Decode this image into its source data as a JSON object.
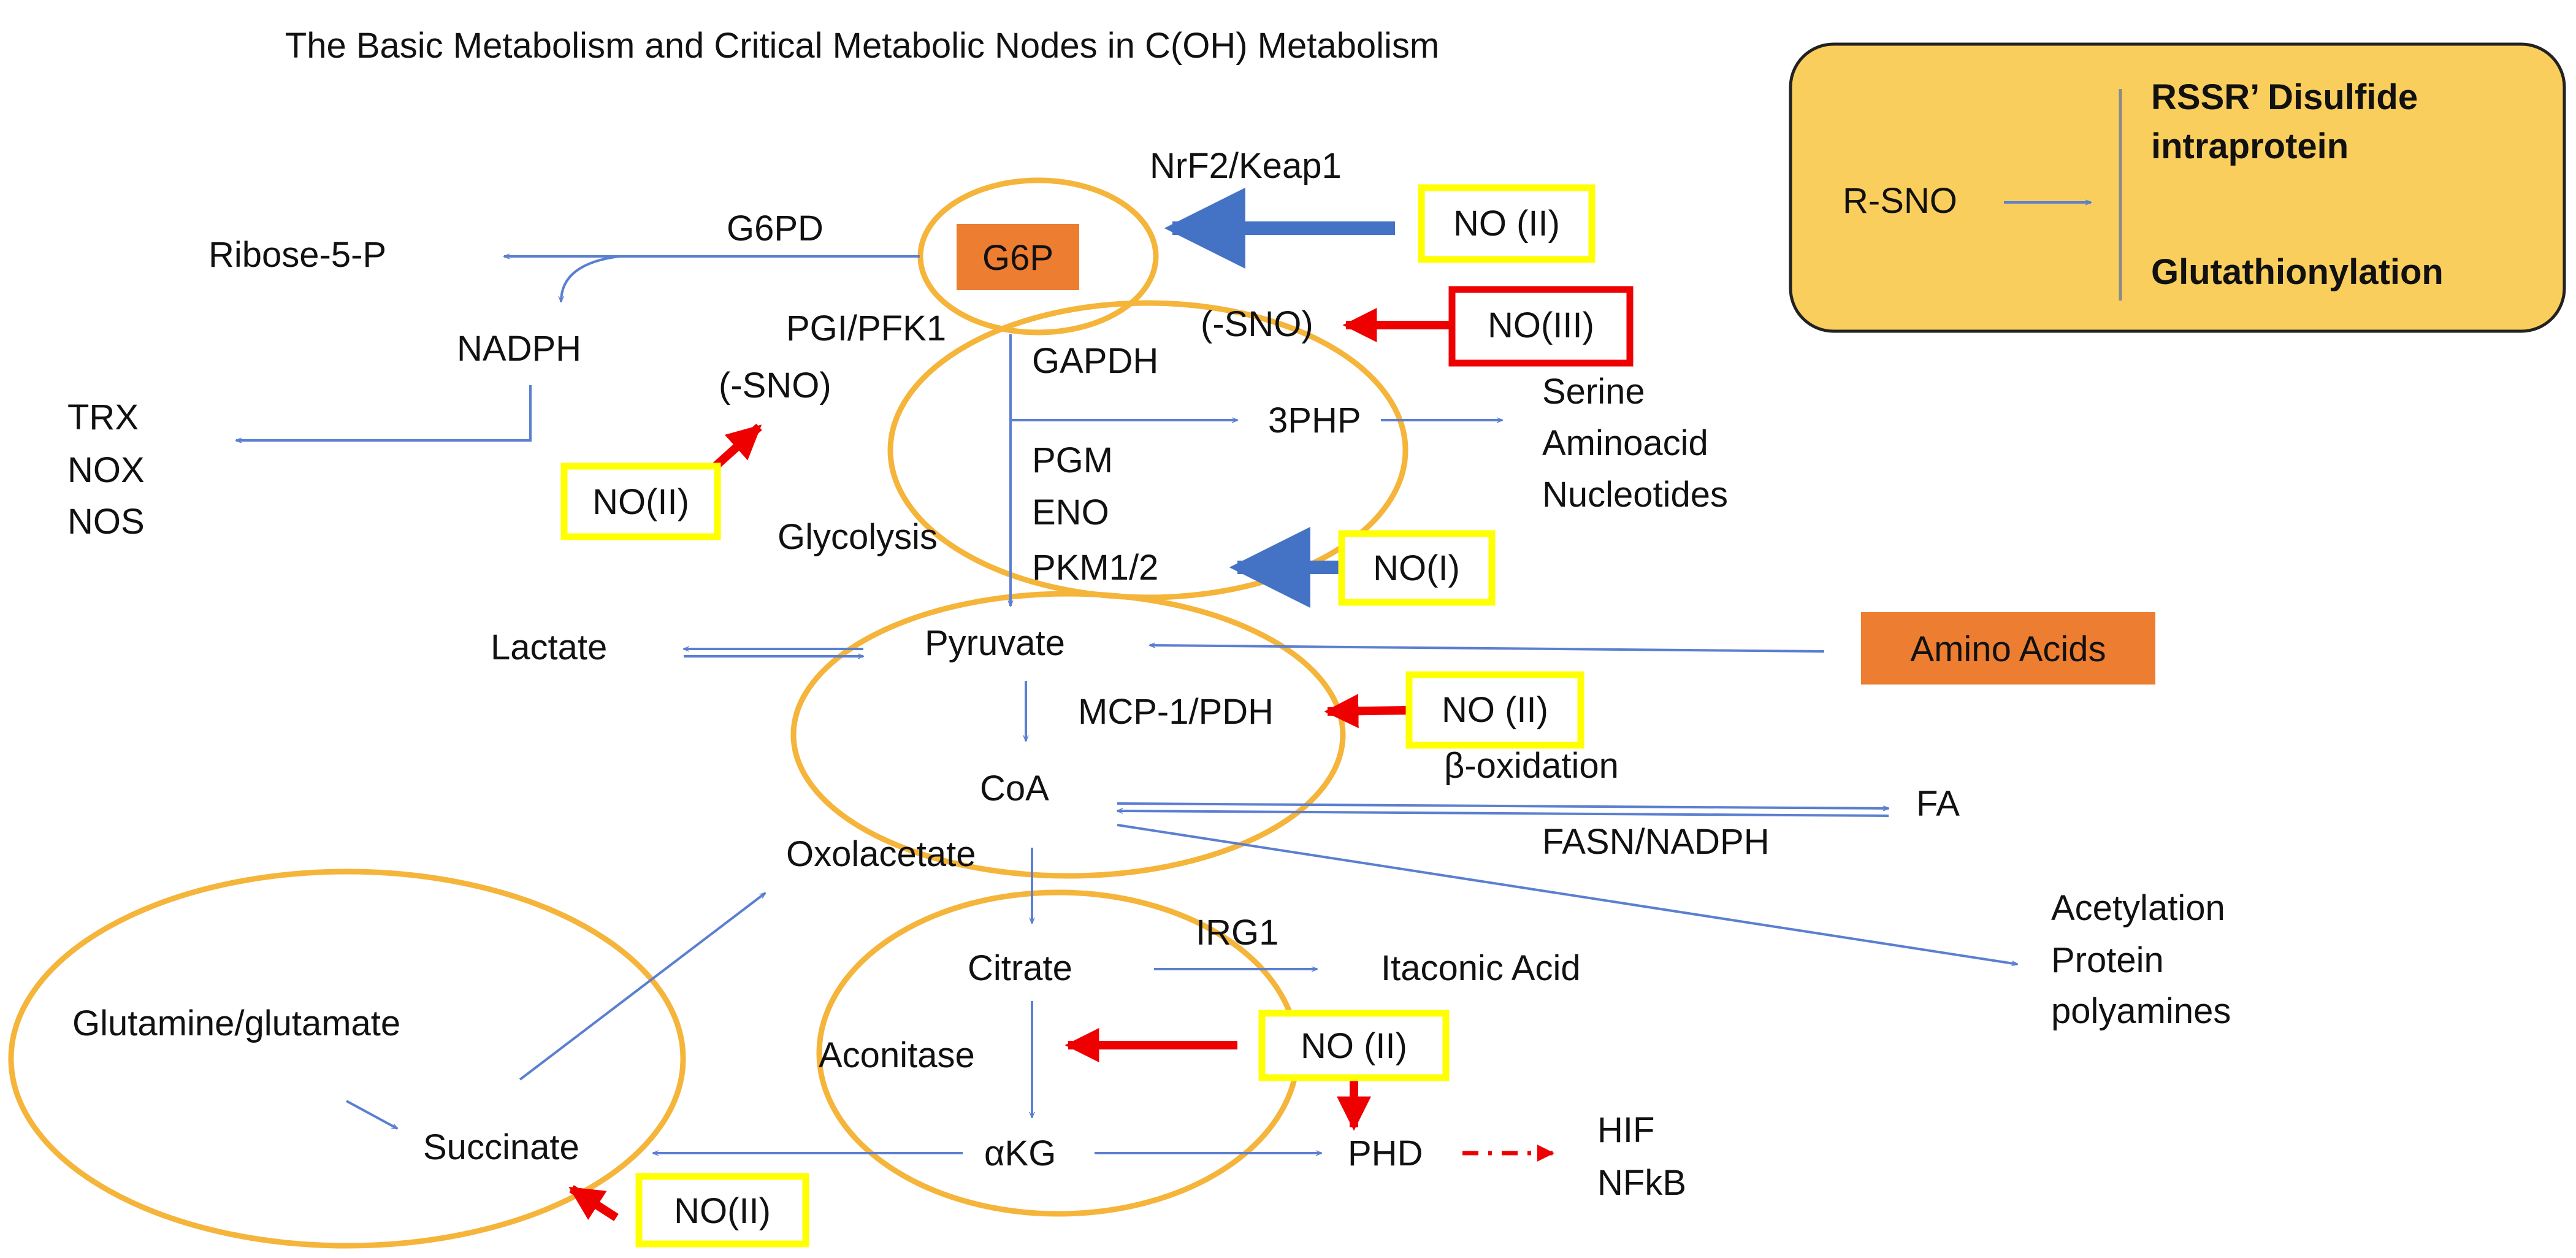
{
  "title": "The Basic Metabolism and Critical Metabolic Nodes in C(OH) Metabolism",
  "colors": {
    "arrow_blue": "#4472C4",
    "thin_arrow_blue": "#5B7FD0",
    "inhibit_red": "#EE0000",
    "node_orange": "#ED7D31",
    "circle_orange": "#F5B43A",
    "highlight_yellow": "#FFFF00",
    "legend_fill": "#F9CE5C",
    "legend_border": "#222222"
  },
  "legend": {
    "source": "R-SNO",
    "outcome_1": "RSSR’ Disulfide",
    "outcome_1b": "intraprotein",
    "outcome_2": "Glutathionylation"
  },
  "nodes": {
    "g6p": "G6P",
    "amino_acids": "Amino Acids",
    "ribose": "Ribose-5-P",
    "g6pd": "G6PD",
    "nadph": "NADPH",
    "trx": "TRX",
    "nox": "NOX",
    "nos": "NOS",
    "nrf2": "NrF2/Keap1",
    "sno_1": "(-SNO)",
    "sno_2": "(-SNO)",
    "pgi": "PGI/PFK1",
    "gapdh": "GAPDH",
    "php": "3PHP",
    "serine": "Serine",
    "aminoacid": "Aminoacid",
    "nucleotides": "Nucleotides",
    "pgm": "PGM",
    "eno": "ENO",
    "pkm": "PKM1/2",
    "glycolysis": "Glycolysis",
    "lactate": "Lactate",
    "pyruvate": "Pyruvate",
    "mcp": "MCP-1/PDH",
    "coa": "CoA",
    "boxidation": "β-oxidation",
    "fa": "FA",
    "fasn": "FASN/NADPH",
    "oxolacetate": "Oxolacetate",
    "acetylation": "Acetylation",
    "protein": "Protein",
    "polyamines": "polyamines",
    "citrate": "Citrate",
    "irg1": "IRG1",
    "itaconic": "Itaconic Acid",
    "aconitase": "Aconitase",
    "akg": "αKG",
    "phd": "PHD",
    "hif": "HIF",
    "nfkb": "NFkB",
    "glutamine": "Glutamine/glutamate",
    "succinate": "Succinate"
  },
  "no_labels": {
    "no_g6p": "NO (II)",
    "no_gapdh": "NO(III)",
    "no_pgi": "NO(II)",
    "no_pkm": "NO(I)",
    "no_pdh": "NO (II)",
    "no_aconitase": "NO (II)",
    "no_succinate": "NO(II)"
  }
}
